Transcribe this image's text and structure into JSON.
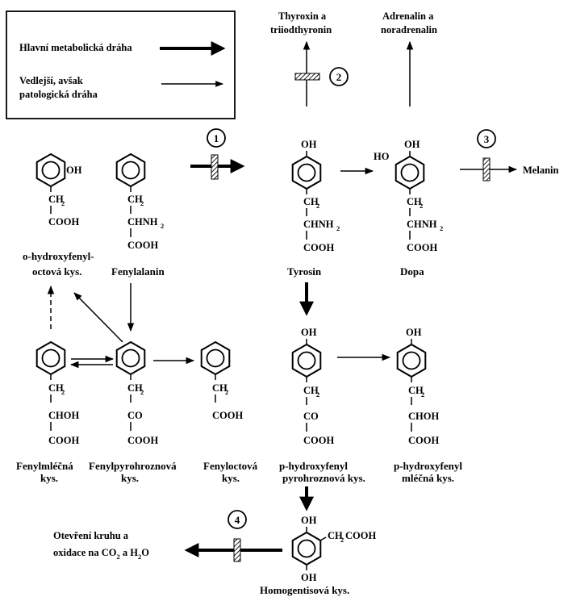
{
  "legend": {
    "main_path": "Hlavní metabolická dráha",
    "side_path_line1": "Vedlejší, avšak",
    "side_path_line2": "patologická dráha"
  },
  "blocks": {
    "b1": "1",
    "b2": "2",
    "b3": "3",
    "b4": "4"
  },
  "products": {
    "thyroxin_1": "Thyroxin a",
    "thyroxin_2": "triiodthyronin",
    "adrenalin_1": "Adrenalin a",
    "adrenalin_2": "noradrenalin",
    "melanin": "Melanin",
    "oxid_1": "Otevření kruhu a",
    "oxid_2": "oxidace na CO",
    "oxid_sub": "2",
    "oxid_3": " a H",
    "oxid_sub2": "2",
    "oxid_4": "O"
  },
  "compounds": {
    "o_hydroxy_1": "o-hydroxyfenyl-",
    "o_hydroxy_2": "octová kys.",
    "phenylalanine": "Fenylalanin",
    "tyrosine": "Tyrosin",
    "dopa": "Dopa",
    "phenyllactic_1": "Fenylmléčná",
    "phenyllactic_2": "kys.",
    "phenylpyruvic_1": "Fenylpyrohroznová",
    "phenylpyruvic_2": "kys.",
    "phenylacetic_1": "Fenyloctová",
    "phenylacetic_2": "kys.",
    "hpp_1": "p-hydroxyfenyl",
    "hpp_2": "pyrohroznová kys.",
    "hpl_1": "p-hydroxyfenyl",
    "hpl_2": "mléčná kys.",
    "homogentisic": "Homogentisová kys."
  },
  "groups": {
    "oh": "OH",
    "ho": "HO",
    "ch": "CH",
    "two": "2",
    "cooh": "COOH",
    "chnh": "CHNH",
    "choh": "CHOH",
    "co": "CO",
    "ch2cooh_a": "CH",
    "ch2cooh_b": "COOH"
  }
}
